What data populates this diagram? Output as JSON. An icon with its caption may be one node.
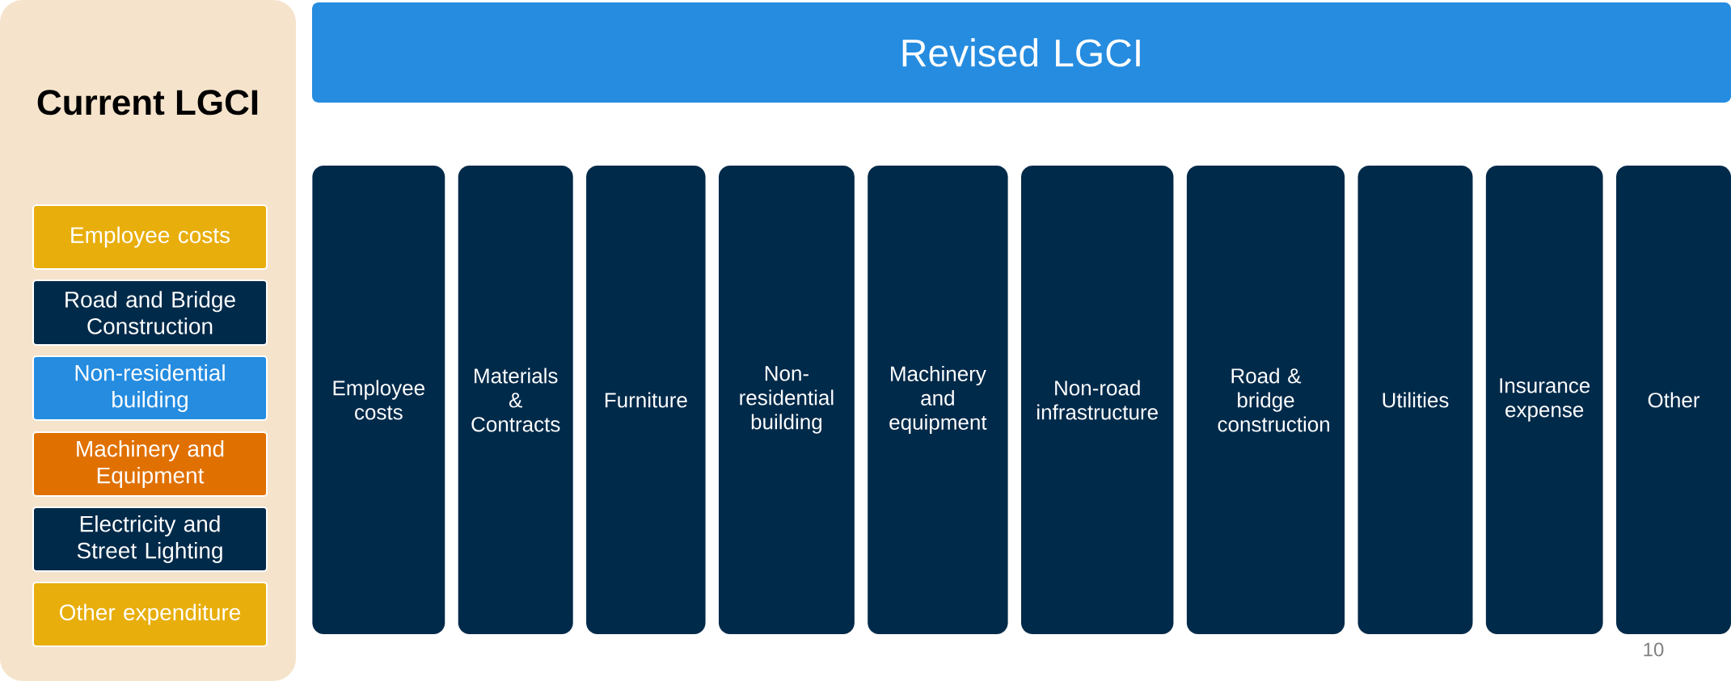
{
  "diagram": {
    "nodes": [
      {
        "text": [
          "Current LGCI"
        ]
      },
      {
        "text": [
          "Employee costs"
        ],
        "in": 0
      },
      {
        "text": [
          "Road and Bridge Construction"
        ],
        "in": 0
      },
      {
        "text": [
          "Non-residential building"
        ],
        "in": 0
      },
      {
        "text": [
          "Machinery and Equipment"
        ],
        "in": 0
      },
      {
        "text": [
          "Electricity and Street Lighting"
        ],
        "in": 0
      },
      {
        "text": [
          "Other expenditure"
        ],
        "in": 0
      },
      {
        "text": [
          "Revised LGCI"
        ]
      },
      {
        "text": [
          "Employee costs"
        ]
      },
      {
        "text": [
          "Materials & Contracts"
        ]
      },
      {
        "text": [
          "Furniture"
        ]
      },
      {
        "text": [
          "Non-residential building"
        ]
      },
      {
        "text": [
          "Machinery and equipment"
        ]
      },
      {
        "text": [
          "Non-road infrastructure"
        ]
      },
      {
        "text": [
          "Road & bridge construction"
        ]
      },
      {
        "text": [
          "Utilities"
        ]
      },
      {
        "text": [
          "Insurance expense"
        ]
      },
      {
        "text": [
          "Other"
        ]
      }
    ],
    "labels": [
      "10"
    ]
  }
}
